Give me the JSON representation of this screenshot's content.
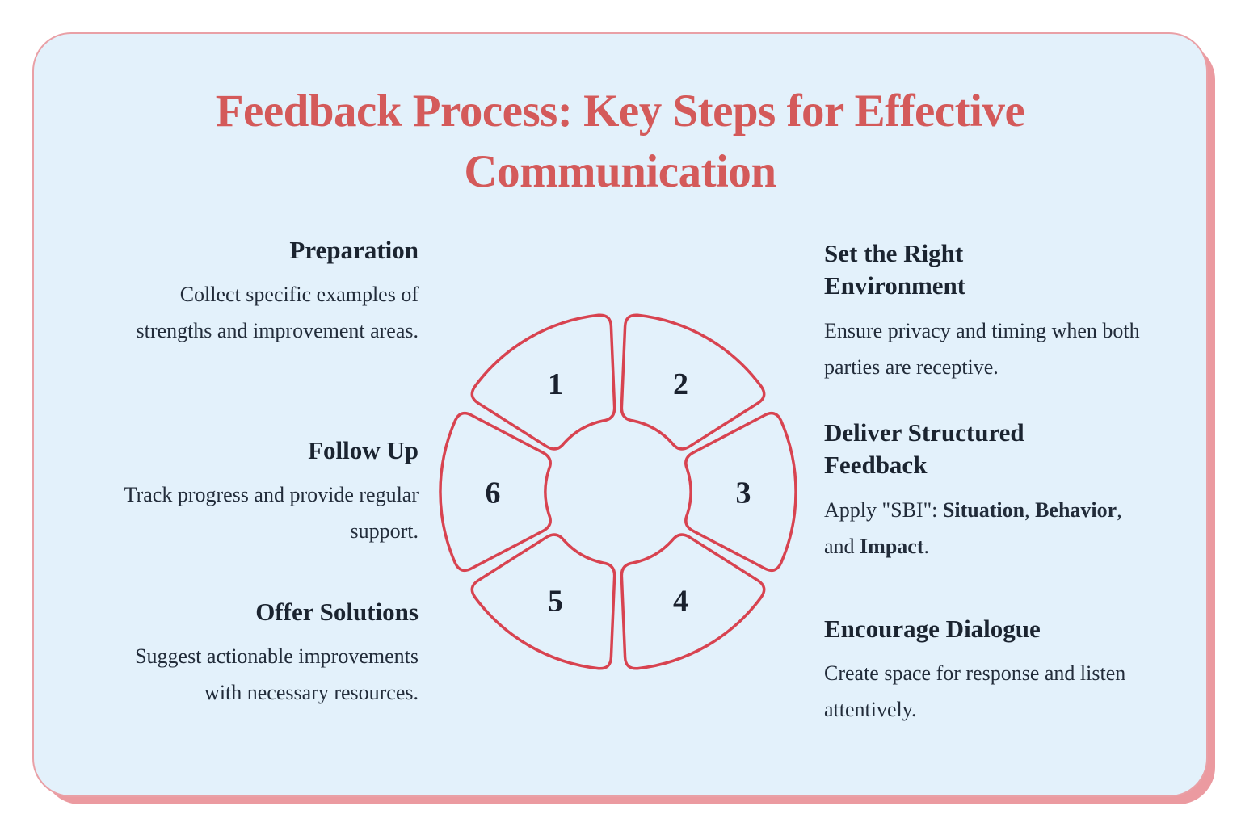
{
  "title": "Feedback Process: Key Steps for Effective Communication",
  "colors": {
    "page_bg": "#ffffff",
    "card_bg": "#e3f1fb",
    "card_border": "#e9a0a6",
    "card_shadow": "#eb9aa0",
    "title": "#d45a5a",
    "wheel_stroke": "#d84350",
    "heading": "#1b2430",
    "body": "#222c3a",
    "number": "#1a212e"
  },
  "columns": {
    "left": [
      {
        "step": "1",
        "heading": "Preparation",
        "body_parts": [
          {
            "text": "Collect specific examples of strengths and improvement areas.",
            "bold": false
          }
        ]
      },
      {
        "step": "6",
        "heading": "Follow Up",
        "body_parts": [
          {
            "text": "Track progress and provide regular support.",
            "bold": false
          }
        ]
      },
      {
        "step": "5",
        "heading": "Offer Solutions",
        "body_parts": [
          {
            "text": "Suggest actionable improvements with necessary resources.",
            "bold": false
          }
        ]
      }
    ],
    "right": [
      {
        "step": "2",
        "heading": "Set the Right Environment",
        "body_parts": [
          {
            "text": "Ensure privacy and timing when both parties are receptive.",
            "bold": false
          }
        ]
      },
      {
        "step": "3",
        "heading": "Deliver Structured Feedback",
        "body_parts": [
          {
            "text": "Apply \"SBI\": ",
            "bold": false
          },
          {
            "text": "Situation",
            "bold": true
          },
          {
            "text": ", ",
            "bold": false
          },
          {
            "text": "Behavior",
            "bold": true
          },
          {
            "text": ", and ",
            "bold": false
          },
          {
            "text": "Impact",
            "bold": true
          },
          {
            "text": ".",
            "bold": false
          }
        ]
      },
      {
        "step": "4",
        "heading": "Encourage Dialogue",
        "body_parts": [
          {
            "text": "Create space for response and listen attentively.",
            "bold": false
          }
        ]
      }
    ]
  },
  "wheel": {
    "segments": [
      {
        "label": "1",
        "angle": -120
      },
      {
        "label": "2",
        "angle": -60
      },
      {
        "label": "3",
        "angle": 0
      },
      {
        "label": "4",
        "angle": 60
      },
      {
        "label": "5",
        "angle": 120
      },
      {
        "label": "6",
        "angle": 180
      }
    ]
  }
}
